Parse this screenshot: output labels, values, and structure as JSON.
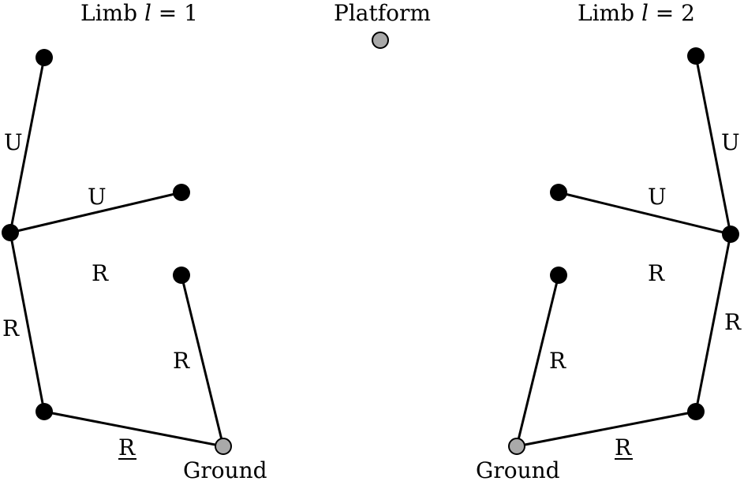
{
  "titles": {
    "limb1_prefix": "Limb ",
    "limb1_var": "l",
    "limb1_eq": " = 1",
    "platform": "Platform",
    "limb2_prefix": "Limb ",
    "limb2_var": "l",
    "limb2_eq": " = 2"
  },
  "limb1": {
    "joint_upper": "U",
    "joint_mid": "U",
    "joint_r_center": "R",
    "joint_r_left": "R",
    "joint_r_right": "R",
    "joint_r_bottom": "R",
    "ground": "Ground"
  },
  "limb2": {
    "joint_upper": "U",
    "joint_mid": "U",
    "joint_r_center": "R",
    "joint_r_left": "R",
    "joint_r_right": "R",
    "joint_r_bottom": "R",
    "ground": "Ground"
  },
  "colors": {
    "node_black": "#000000",
    "node_gray": "#a9a9a9",
    "edge": "#000000"
  }
}
